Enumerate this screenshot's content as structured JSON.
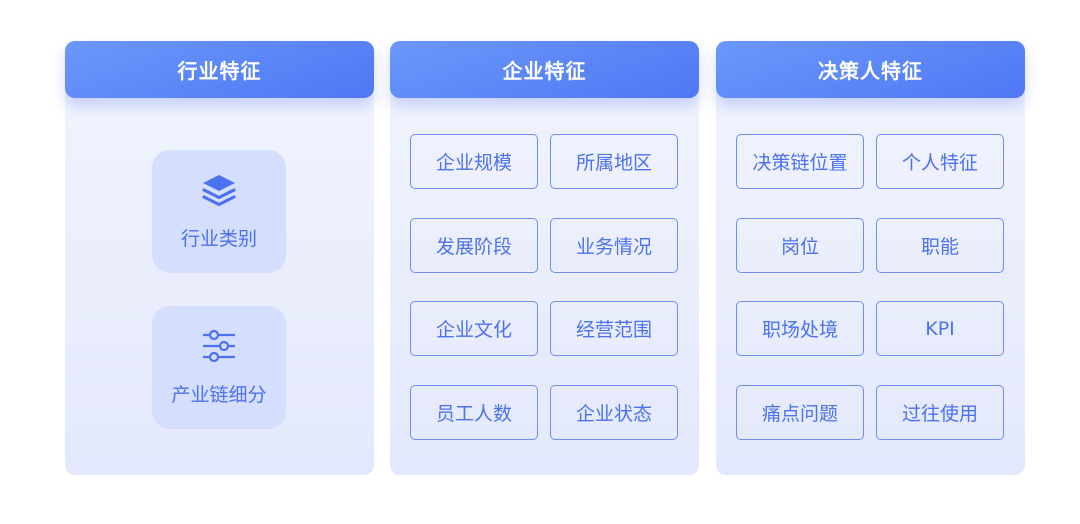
{
  "columns": [
    {
      "title": "行业特征",
      "tiles": [
        {
          "label": "行业类别",
          "icon": "layers-icon"
        },
        {
          "label": "产业链细分",
          "icon": "sliders-icon"
        }
      ]
    },
    {
      "title": "企业特征",
      "items": [
        "企业规模",
        "所属地区",
        "发展阶段",
        "业务情况",
        "企业文化",
        "经营范围",
        "员工人数",
        "企业状态"
      ]
    },
    {
      "title": "决策人特征",
      "items": [
        "决策链位置",
        "个人特征",
        "岗位",
        "职能",
        "职场处境",
        "KPI",
        "痛点问题",
        "过往使用"
      ]
    }
  ],
  "colors": {
    "header_start": "#6a98fb",
    "header_end": "#4f77f3",
    "accent": "#4c72ef",
    "panel_bg": "#e8edfc",
    "tile_bg": "#d5defc"
  }
}
